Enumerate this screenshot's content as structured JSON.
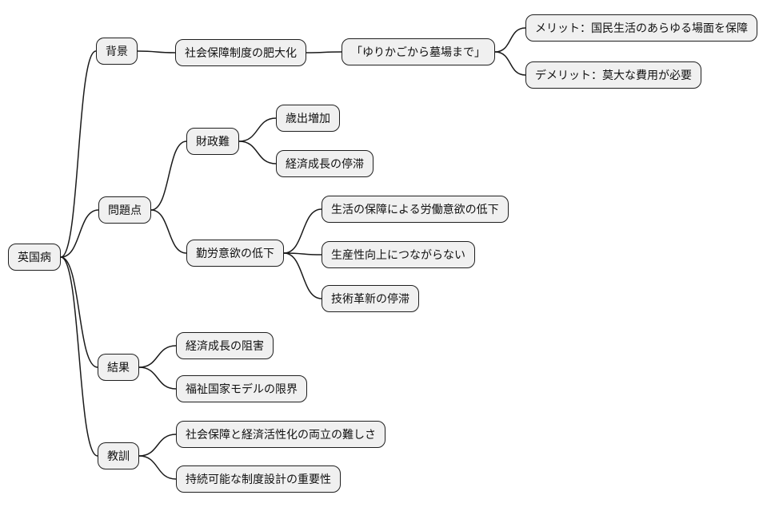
{
  "style": {
    "background": "#ffffff",
    "node_fill": "#f0f0f0",
    "node_border": "#1f1f1f",
    "edge_color": "#1a1a1a",
    "text_color": "#111111"
  },
  "mindmap": {
    "root": {
      "label": "英国病",
      "children": [
        {
          "label": "背景",
          "children": [
            {
              "label": "社会保障制度の肥大化",
              "children": [
                {
                  "label": "「ゆりかごから墓場まで」",
                  "children": [
                    {
                      "label": "メリット：国民生活のあらゆる場面を保障",
                      "children": []
                    },
                    {
                      "label": "デメリット：莫大な費用が必要",
                      "children": []
                    }
                  ]
                }
              ]
            }
          ]
        },
        {
          "label": "問題点",
          "children": [
            {
              "label": "財政難",
              "children": [
                {
                  "label": "歳出増加",
                  "children": []
                },
                {
                  "label": "経済成長の停滞",
                  "children": []
                }
              ]
            },
            {
              "label": "勤労意欲の低下",
              "children": [
                {
                  "label": "生活の保障による労働意欲の低下",
                  "children": []
                },
                {
                  "label": "生産性向上につながらない",
                  "children": []
                },
                {
                  "label": "技術革新の停滞",
                  "children": []
                }
              ]
            }
          ]
        },
        {
          "label": "結果",
          "children": [
            {
              "label": "経済成長の阻害",
              "children": []
            },
            {
              "label": "福祉国家モデルの限界",
              "children": []
            }
          ]
        },
        {
          "label": "教訓",
          "children": [
            {
              "label": "社会保障と経済活性化の両立の難しさ",
              "children": []
            },
            {
              "label": "持続可能な制度設計の重要性",
              "children": []
            }
          ]
        }
      ]
    }
  }
}
